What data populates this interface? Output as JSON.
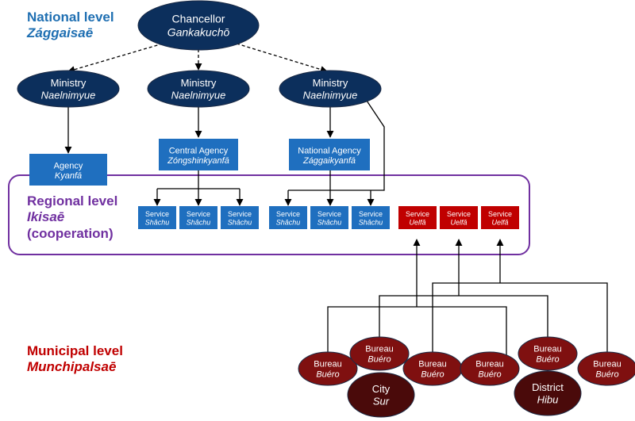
{
  "levels": {
    "national": {
      "name": "National level",
      "native": "Zággaisaē"
    },
    "regional": {
      "name": "Regional level",
      "native": "Ikisaē",
      "note": "(cooperation)"
    },
    "municipal": {
      "name": "Municipal level",
      "native": "Munchipalsaē"
    }
  },
  "chancellor": {
    "name": "Chancellor",
    "native": "Gankakuchō"
  },
  "ministries": [
    {
      "name": "Ministry",
      "native": "Naelnimyue"
    },
    {
      "name": "Ministry",
      "native": "Naelnimyue"
    },
    {
      "name": "Ministry",
      "native": "Naelnimyue"
    }
  ],
  "agencies": [
    {
      "name": "Agency",
      "native": "Kyanfā"
    },
    {
      "name": "Central Agency",
      "native": "Zóngshinkyanfā"
    },
    {
      "name": "National Agency",
      "native": "Zággaikyanfā"
    }
  ],
  "blue_services": [
    {
      "name": "Service",
      "native": "Shāchu"
    },
    {
      "name": "Service",
      "native": "Shāchu"
    },
    {
      "name": "Service",
      "native": "Shāchu"
    },
    {
      "name": "Service",
      "native": "Shāchu"
    },
    {
      "name": "Service",
      "native": "Shāchu"
    },
    {
      "name": "Service",
      "native": "Shāchu"
    }
  ],
  "red_services": [
    {
      "name": "Service",
      "native": "Uelfā"
    },
    {
      "name": "Service",
      "native": "Uelfā"
    },
    {
      "name": "Service",
      "native": "Uelfā"
    }
  ],
  "bureaus": [
    {
      "name": "Bureau",
      "native": "Buéro"
    },
    {
      "name": "Bureau",
      "native": "Buéro"
    },
    {
      "name": "Bureau",
      "native": "Buéro"
    },
    {
      "name": "Bureau",
      "native": "Buéro"
    },
    {
      "name": "Bureau",
      "native": "Buéro"
    },
    {
      "name": "Bureau",
      "native": "Buéro"
    }
  ],
  "city": {
    "name": "City",
    "native": "Sur"
  },
  "district": {
    "name": "District",
    "native": "Hibu"
  },
  "colors": {
    "navy": "#0c2f5c",
    "blue_box": "#1f6fbf",
    "red_box": "#c00000",
    "bureau": "#7f1010",
    "city": "#4a0a0a",
    "purple": "#7030a0",
    "national_text": "#1f6fb2",
    "municipal_text": "#c00000"
  }
}
